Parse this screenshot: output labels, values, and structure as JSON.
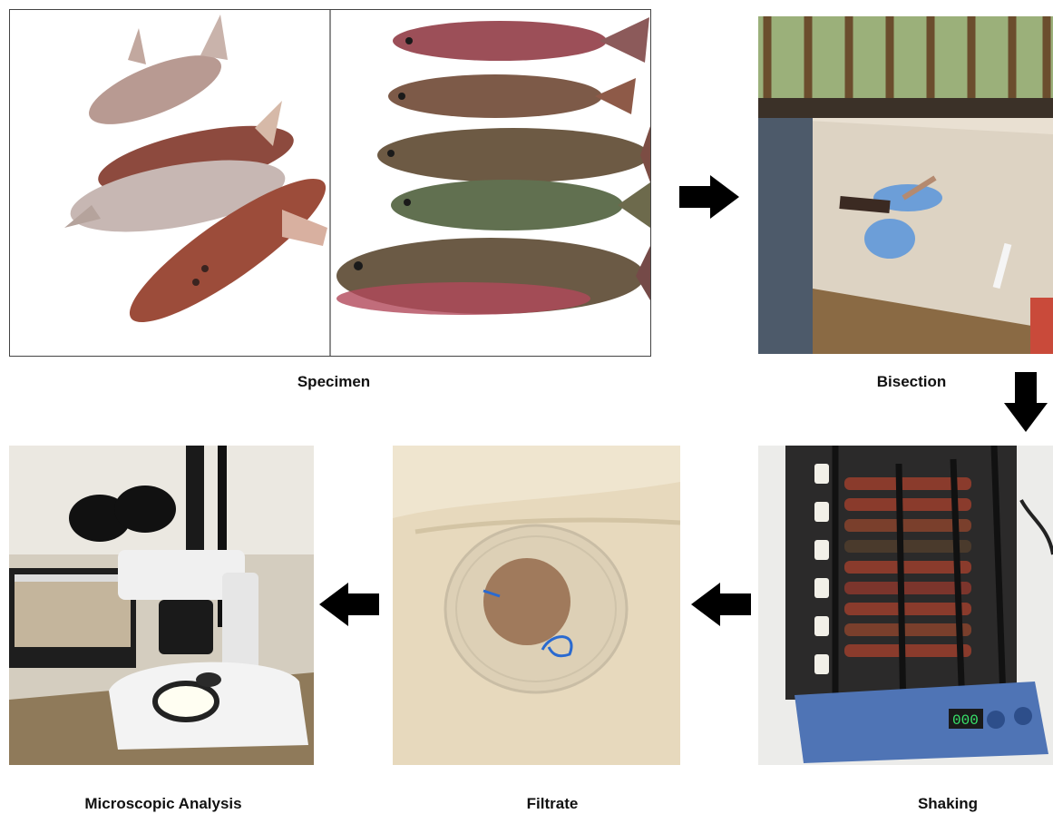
{
  "steps": [
    {
      "label": "Specimen"
    },
    {
      "label": "Bisection"
    },
    {
      "label": "Shaking"
    },
    {
      "label": "Filtrate"
    },
    {
      "label": "Microscopic Analysis"
    }
  ],
  "shaker_display": "000",
  "colors": {
    "arrow": "#000000",
    "caption": "#111111",
    "fish_red": "#a8454f",
    "fish_green": "#5d6a4a",
    "glove_blue": "#6c9ed8",
    "tube_red": "#8a3b2c"
  },
  "icons": [
    "arrow-right-icon",
    "arrow-down-icon",
    "arrow-left-icon"
  ]
}
